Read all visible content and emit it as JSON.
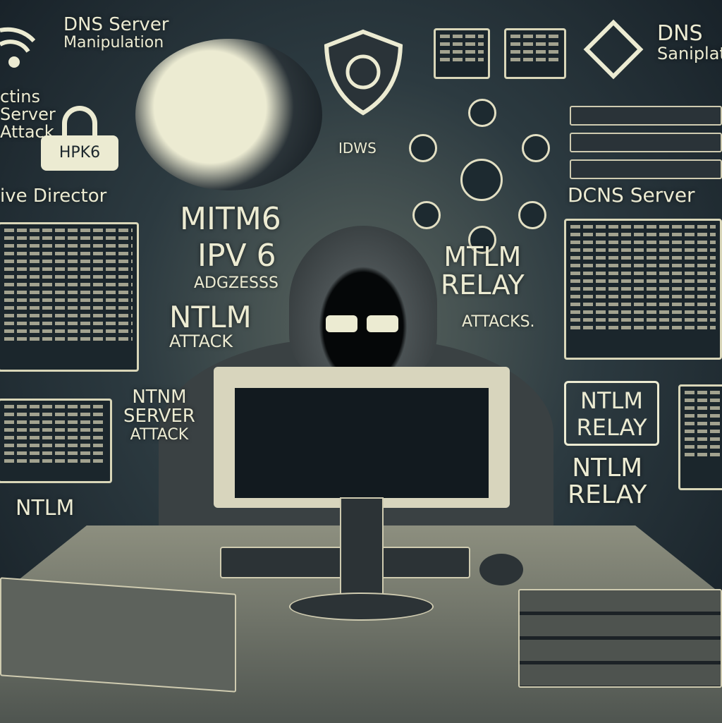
{
  "labels": {
    "dns_manipulation": [
      "DNS Server",
      "Manipulation"
    ],
    "server_attack": [
      "ctins",
      "Server",
      "Attack"
    ],
    "hpk6": "HPK6",
    "active_director": "ive Director",
    "mitm6": "MITM6",
    "ipv6": "IPV 6",
    "addresses": "ADGZESSS",
    "ntlm_attack": [
      "NTLM",
      "ATTACK"
    ],
    "ntnm_server_attack": [
      "NTNM",
      "SERVER",
      "ATTACK"
    ],
    "ntlm": "NTLM",
    "idws": "IDWS",
    "mtlm_relay": [
      "MTLM",
      "RELAY"
    ],
    "attacks": "ATTACKS.",
    "dns_saniplat": [
      "DNS",
      "Saniplat"
    ],
    "dcns_server": "DCNS Server",
    "ntlm_relay_box": [
      "NTLM",
      "RELAY"
    ],
    "ntlm_relay": [
      "NTLM",
      "RELAY"
    ]
  },
  "colors": {
    "ink": "#ecebd2",
    "background": "#1b262c"
  }
}
